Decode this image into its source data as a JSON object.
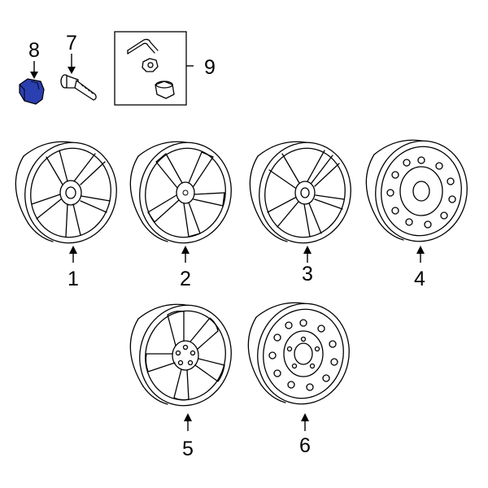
{
  "parts": [
    {
      "callout": "1",
      "icon": "alloy-wheel-split-spoke"
    },
    {
      "callout": "2",
      "icon": "alloy-wheel-five-spoke"
    },
    {
      "callout": "3",
      "icon": "alloy-wheel-multi-spoke"
    },
    {
      "callout": "4",
      "icon": "steel-wheel"
    },
    {
      "callout": "5",
      "icon": "alloy-wheel-five-blade"
    },
    {
      "callout": "6",
      "icon": "steel-wheel-spare"
    },
    {
      "callout": "7",
      "icon": "wheel-stud"
    },
    {
      "callout": "8",
      "icon": "lug-nut",
      "highlight_color": "#2a3fb0"
    },
    {
      "callout": "9",
      "icon": "wheel-lock-kit"
    }
  ]
}
